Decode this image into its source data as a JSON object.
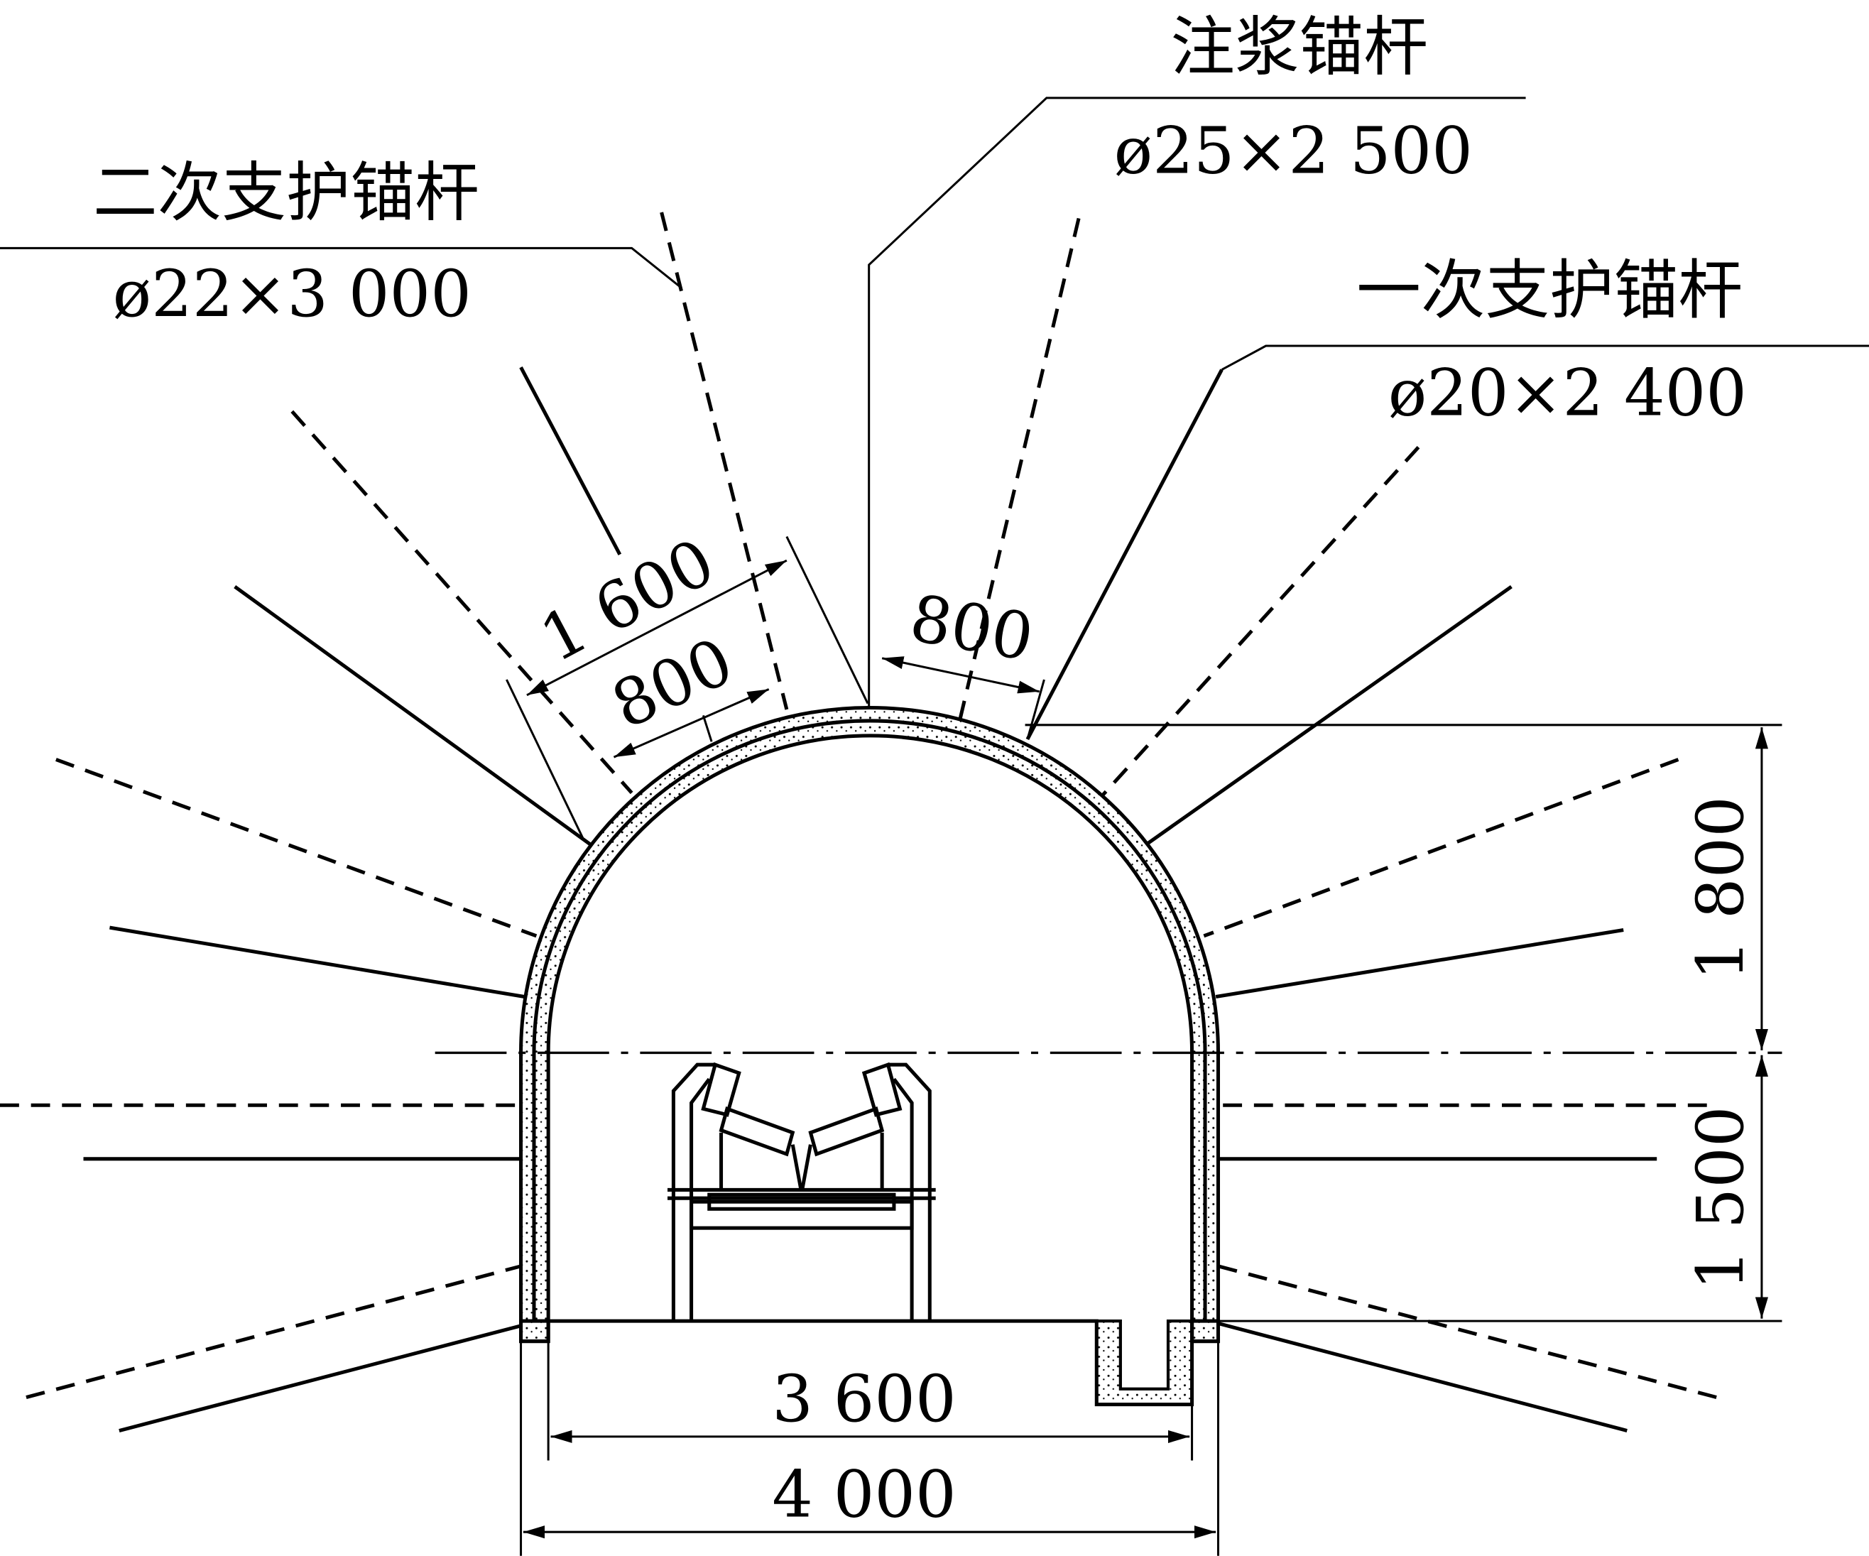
{
  "labels": {
    "grout_bolt": {
      "name": "注浆锚杆",
      "spec": "ø25×2 500"
    },
    "secondary_bolt": {
      "name": "二次支护锚杆",
      "spec": "ø22×3 000"
    },
    "primary_bolt": {
      "name": "一次支护锚杆",
      "spec": "ø20×2 400"
    }
  },
  "dimensions": {
    "arch_spacing_large": "1 600",
    "arch_spacing_left": "800",
    "arch_spacing_top": "800",
    "arch_height": "1 800",
    "wall_height": "1 500",
    "inner_width": "3 600",
    "outer_width": "4 000"
  }
}
